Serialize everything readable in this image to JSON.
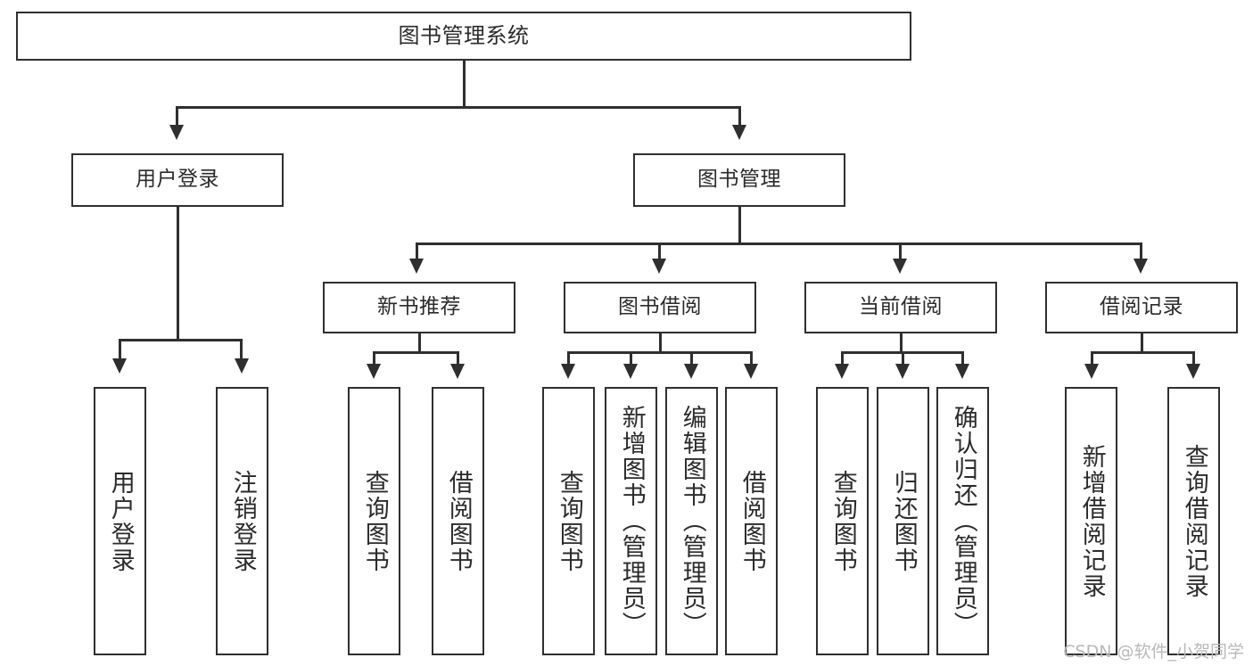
{
  "diagram": {
    "type": "tree",
    "title": "图书管理系统",
    "watermark": "CSDN @软件_小贺同学",
    "levels": {
      "root": {
        "label": "图书管理系统"
      },
      "level2": [
        {
          "label": "用户登录"
        },
        {
          "label": "图书管理"
        }
      ],
      "level3": [
        {
          "label": "新书推荐"
        },
        {
          "label": "图书借阅"
        },
        {
          "label": "当前借阅"
        },
        {
          "label": "借阅记录"
        }
      ],
      "leaves": [
        {
          "label": "用户登录"
        },
        {
          "label": "注销登录"
        },
        {
          "label": "查询图书"
        },
        {
          "label": "借阅图书"
        },
        {
          "label": "查询图书"
        },
        {
          "label": "新增图书（管理员）"
        },
        {
          "label": "编辑图书（管理员）"
        },
        {
          "label": "借阅图书"
        },
        {
          "label": "查询图书"
        },
        {
          "label": "归还图书"
        },
        {
          "label": "确认归还（管理员）"
        },
        {
          "label": "新增借阅记录"
        },
        {
          "label": "查询借阅记录"
        }
      ]
    },
    "colors": {
      "stroke": "#2f2f2f",
      "fill": "#ffffff",
      "text": "#2b2b2b",
      "watermark": "#b9b9b9"
    }
  }
}
